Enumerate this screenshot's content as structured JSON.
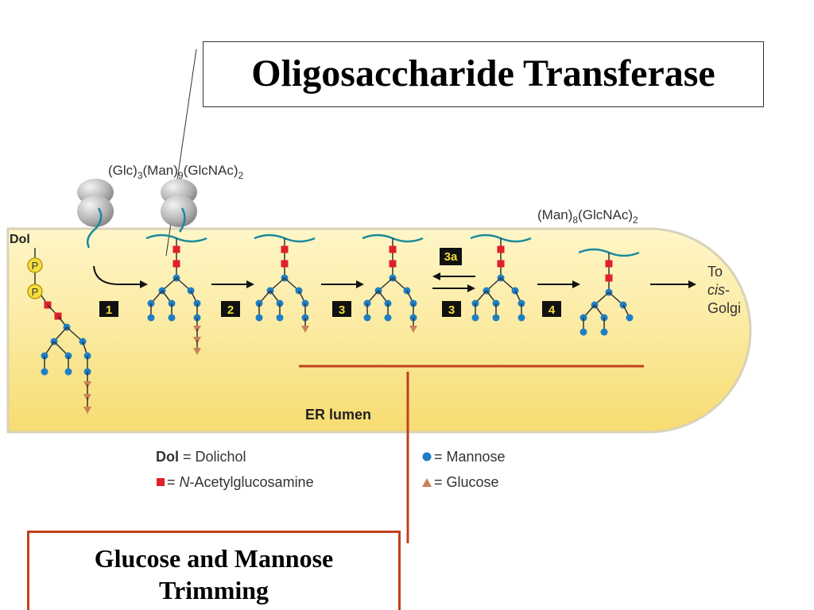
{
  "title": "Oligosaccharide Transferase",
  "callout": {
    "line1": "Glucose and Mannose",
    "line2": "Trimming"
  },
  "labels": {
    "dol": "Dol",
    "p": "P",
    "top_formula": {
      "glc": "(Glc)",
      "s1": "3",
      "man": "(Man)",
      "s2": "9",
      "glcnac": "(GlcNAc)",
      "s3": "2"
    },
    "right_formula": {
      "man": "(Man)",
      "s1": "8",
      "glcnac": "(GlcNAc)",
      "s2": "2"
    },
    "to": "To",
    "cis": "cis",
    "cis_dash": "-",
    "golgi": "Golgi",
    "er_lumen": "ER lumen"
  },
  "steps": [
    "1",
    "2",
    "3",
    "3a",
    "3",
    "4"
  ],
  "legend": {
    "dol_abbr": "Dol",
    "dol_def": " = Dolichol",
    "glcnac_prefix": " = ",
    "glcnac_italic": "N",
    "glcnac_rest": "-Acetylglucosamine",
    "mannose": " = Mannose",
    "glucose": " = Glucose"
  },
  "colors": {
    "er_fill": "#fbeea0",
    "er_edge": "#f5dc60",
    "mannose": "#1e7fc4",
    "glcnac": "#e0202a",
    "glucose": "#c8825a",
    "protein": "#1a8a9c",
    "callout_line": "#c0401c"
  }
}
